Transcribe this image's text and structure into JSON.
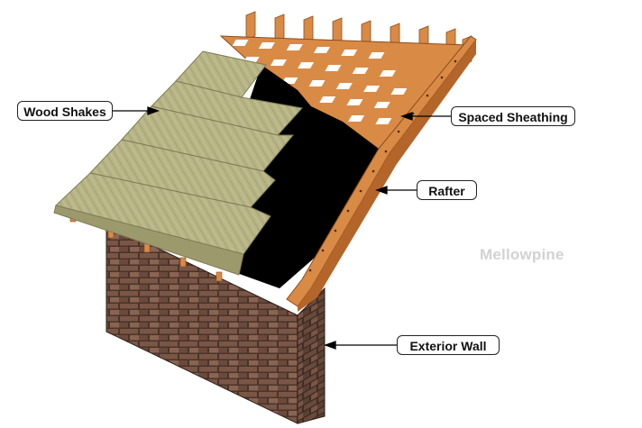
{
  "labels": {
    "wood_shakes": "Wood Shakes",
    "spaced_sheathing": "Spaced Sheathing",
    "rafter": "Rafter",
    "exterior_wall": "Exterior Wall"
  },
  "watermark": "Mellowpine",
  "colors": {
    "shake": "#b7b486",
    "shake_dark": "#9c9a6c",
    "wood": "#d98a45",
    "wood_dark": "#b4652a",
    "felt": "#000000",
    "brick": "#6a4a3c",
    "brick_dark": "#3c2a22"
  }
}
